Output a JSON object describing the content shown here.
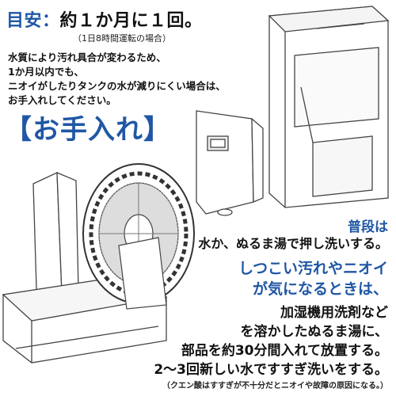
{
  "guide": {
    "title_label": "目安：",
    "title_value": "約１か月に１回。",
    "subtitle": "（1日8時間運転の場合）"
  },
  "note_lines": [
    "水質により汚れ具合が変わるため、",
    "1か月以内でも、",
    "ニオイがしたりタンクの水が減りにくい場合は、",
    "お手入れしてください。"
  ],
  "care_heading": "【お手入れ】",
  "normal": {
    "label": "普段は",
    "text": "水か、ぬるま湯で押し洗いする。"
  },
  "tough": {
    "line1": "しつこい汚れやニオイ",
    "line2": "が気になるときは、"
  },
  "steps": [
    "加湿機用洗剤など",
    "を溶かしたぬるま湯に、",
    "部品を約30分間入れて放置する。",
    "2〜3回新しい水ですすぎ洗いをする。"
  ],
  "footnote": "（クエン酸はすすぎが不十分だとニオイや故障の原因になる。）",
  "colors": {
    "accent": "#1f57a4",
    "text": "#111111"
  }
}
